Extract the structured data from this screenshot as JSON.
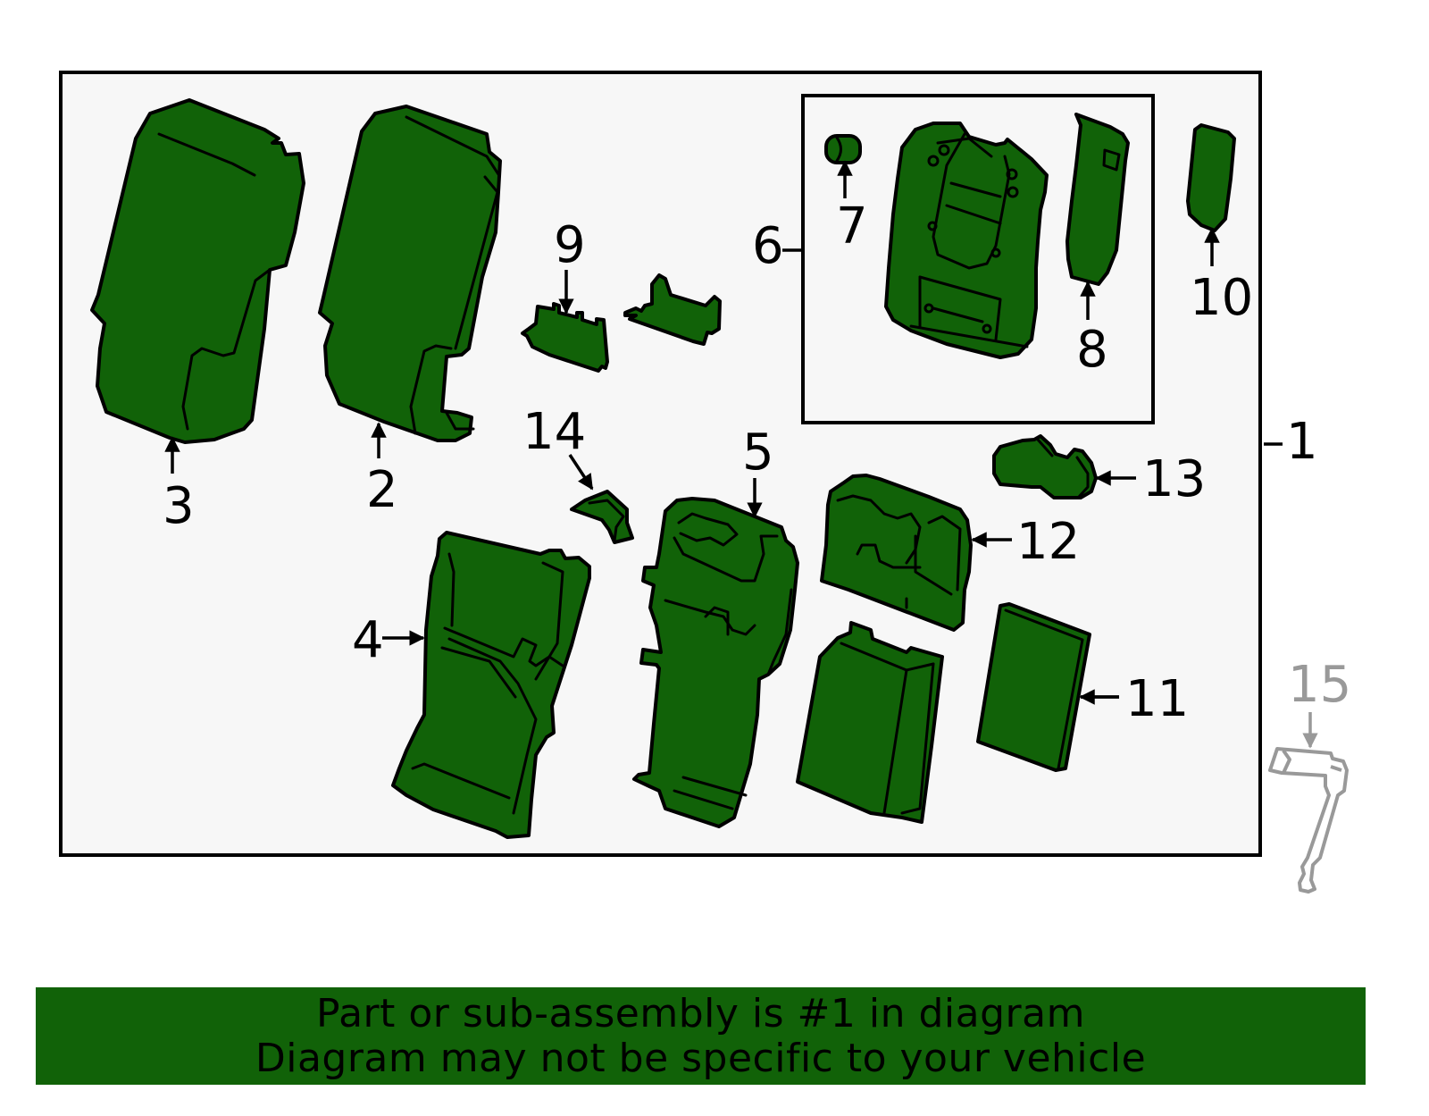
{
  "diagram": {
    "title": "Seat parts diagram",
    "colors": {
      "part_fill": "#116208",
      "outline": "#000000",
      "frame_background": "#f7f7f7",
      "unrelated_part": "#999999",
      "banner_background": "#116208"
    },
    "callouts": {
      "c1": "1",
      "c2": "2",
      "c3": "3",
      "c4": "4",
      "c5": "5",
      "c6": "6",
      "c7": "7",
      "c8": "8",
      "c9": "9",
      "c10": "10",
      "c11": "11",
      "c12": "12",
      "c13": "13",
      "c14": "14",
      "c15": "15"
    },
    "highlighted_callout": "1",
    "outside_frame_callout": "15"
  },
  "banner": {
    "line1": "Part or sub-assembly is #1 in diagram",
    "line2": "Diagram may not be specific to your vehicle"
  }
}
